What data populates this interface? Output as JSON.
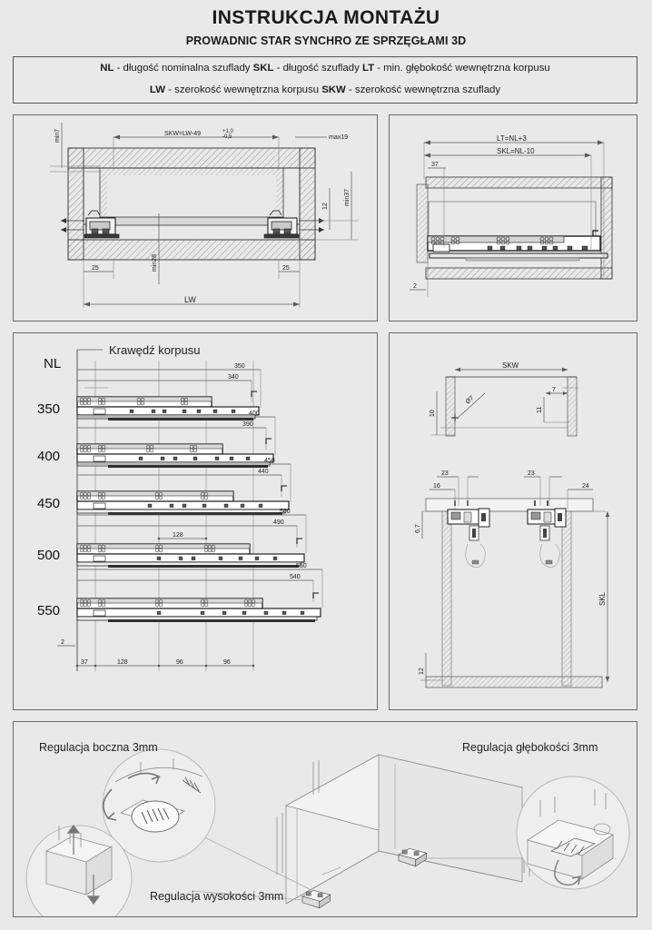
{
  "header": {
    "title": "INSTRUKCJA MONTAŻU",
    "subtitle": "PROWADNIC STAR SYNCHRO ZE SPRZĘGŁAMI 3D",
    "legend_line1_a": "NL",
    "legend_line1_b": " - długość nominalna szuflady  ",
    "legend_line1_c": "SKL",
    "legend_line1_d": " - długość szuflady  ",
    "legend_line1_e": "LT",
    "legend_line1_f": " - min. głębokość wewnętrzna korpusu",
    "legend_line2_a": "LW",
    "legend_line2_b": " - szerokość  wewnętrzna  korpusu  ",
    "legend_line2_c": "SKW",
    "legend_line2_d": " - szerokość  wewnętrzna  szuflady"
  },
  "panel_top_left": {
    "name": "Przekrój poprzeczny korpusu",
    "dim_skw": "SKW=LW-49",
    "dim_skw_tol_up": "+1,0",
    "dim_skw_tol_dn": "-0,5",
    "dim_max19": "max19",
    "dim_min7": "min7",
    "dim_min37": "min37",
    "dim_12": "12",
    "dim_25_left": "25",
    "dim_25_right": "25",
    "dim_min28": "min28",
    "dim_lw": "LW"
  },
  "panel_top_right": {
    "name": "Przekrój boczny korpusu",
    "dim_lt": "LT=NL+3",
    "dim_skl": "SKL=NL-10",
    "dim_37": "37",
    "dim_2": "2"
  },
  "panel_mid_left": {
    "name": "Tabela długości prowadnic",
    "axis_label": "NL",
    "edge_label": "Krawędź korpusu",
    "bottom_dims": [
      "37",
      "128",
      "96",
      "96"
    ],
    "offset_2": "2",
    "dim_128_inner": "128",
    "rows": [
      {
        "nl": "350",
        "outer": "350",
        "inner": "340"
      },
      {
        "nl": "400",
        "outer": "400",
        "inner": "390"
      },
      {
        "nl": "450",
        "outer": "450",
        "inner": "440"
      },
      {
        "nl": "500",
        "outer": "500",
        "inner": "490"
      },
      {
        "nl": "550",
        "outer": "550",
        "inner": "540"
      }
    ]
  },
  "panel_mid_right": {
    "name": "Detale wiercenia frontu i dna szuflady",
    "dim_skw": "SKW",
    "dim_10": "10",
    "dim_11": "11",
    "dim_7": "7",
    "dim_hole": "Ø7",
    "dim_16": "16",
    "dim_23_left": "23",
    "dim_23_right": "23",
    "dim_24": "24",
    "dim_67": "6,7",
    "dim_12": "12",
    "dim_skl": "SKL"
  },
  "panel_bottom": {
    "name": "Regulacje sprzęgieł 3D",
    "label_side": "Regulacja boczna 3mm",
    "label_depth": "Regulacja głębokości 3mm",
    "label_height": "Regulacja wysokości 3mm"
  },
  "colors": {
    "background": "#e9e9e9",
    "ink": "#1a1a1a",
    "panel_border": "#6a6a6a",
    "dimension": "#5a5a5a"
  }
}
